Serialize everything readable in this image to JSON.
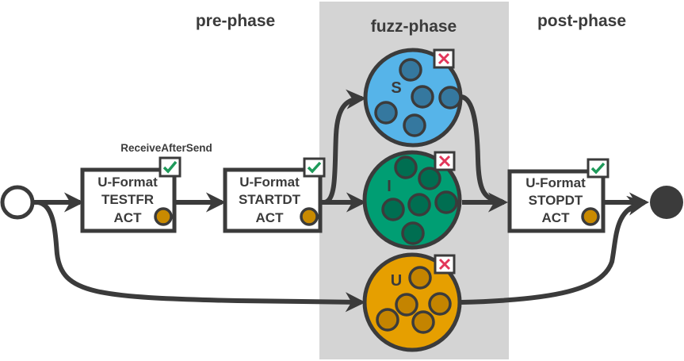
{
  "phases": {
    "pre": "pre-phase",
    "fuzz": "fuzz-phase",
    "post": "post-phase"
  },
  "annotation": "ReceiveAfterSend",
  "boxes": [
    {
      "line1": "U-Format",
      "line2": "TESTFR",
      "line3": "ACT",
      "status": "check-icon"
    },
    {
      "line1": "U-Format",
      "line2": "STARTDT",
      "line3": "ACT",
      "status": "check-icon"
    },
    {
      "line1": "U-Format",
      "line2": "STOPDT",
      "line3": "ACT",
      "status": "check-icon"
    }
  ],
  "clusters": [
    {
      "letter": "S",
      "status": "cross-icon",
      "fill": "#56b4e9",
      "inner": "#35789f"
    },
    {
      "letter": "I",
      "status": "cross-icon",
      "fill": "#009e73",
      "inner": "#006e51"
    },
    {
      "letter": "U",
      "status": "cross-icon",
      "fill": "#e69f00",
      "inner": "#c48400"
    }
  ],
  "colors": {
    "stroke": "#3b3b3b",
    "fuzz_bg": "#d4d4d4",
    "check": "#1e9a5a",
    "cross": "#e2365a",
    "act_dot": "#c98a00"
  }
}
